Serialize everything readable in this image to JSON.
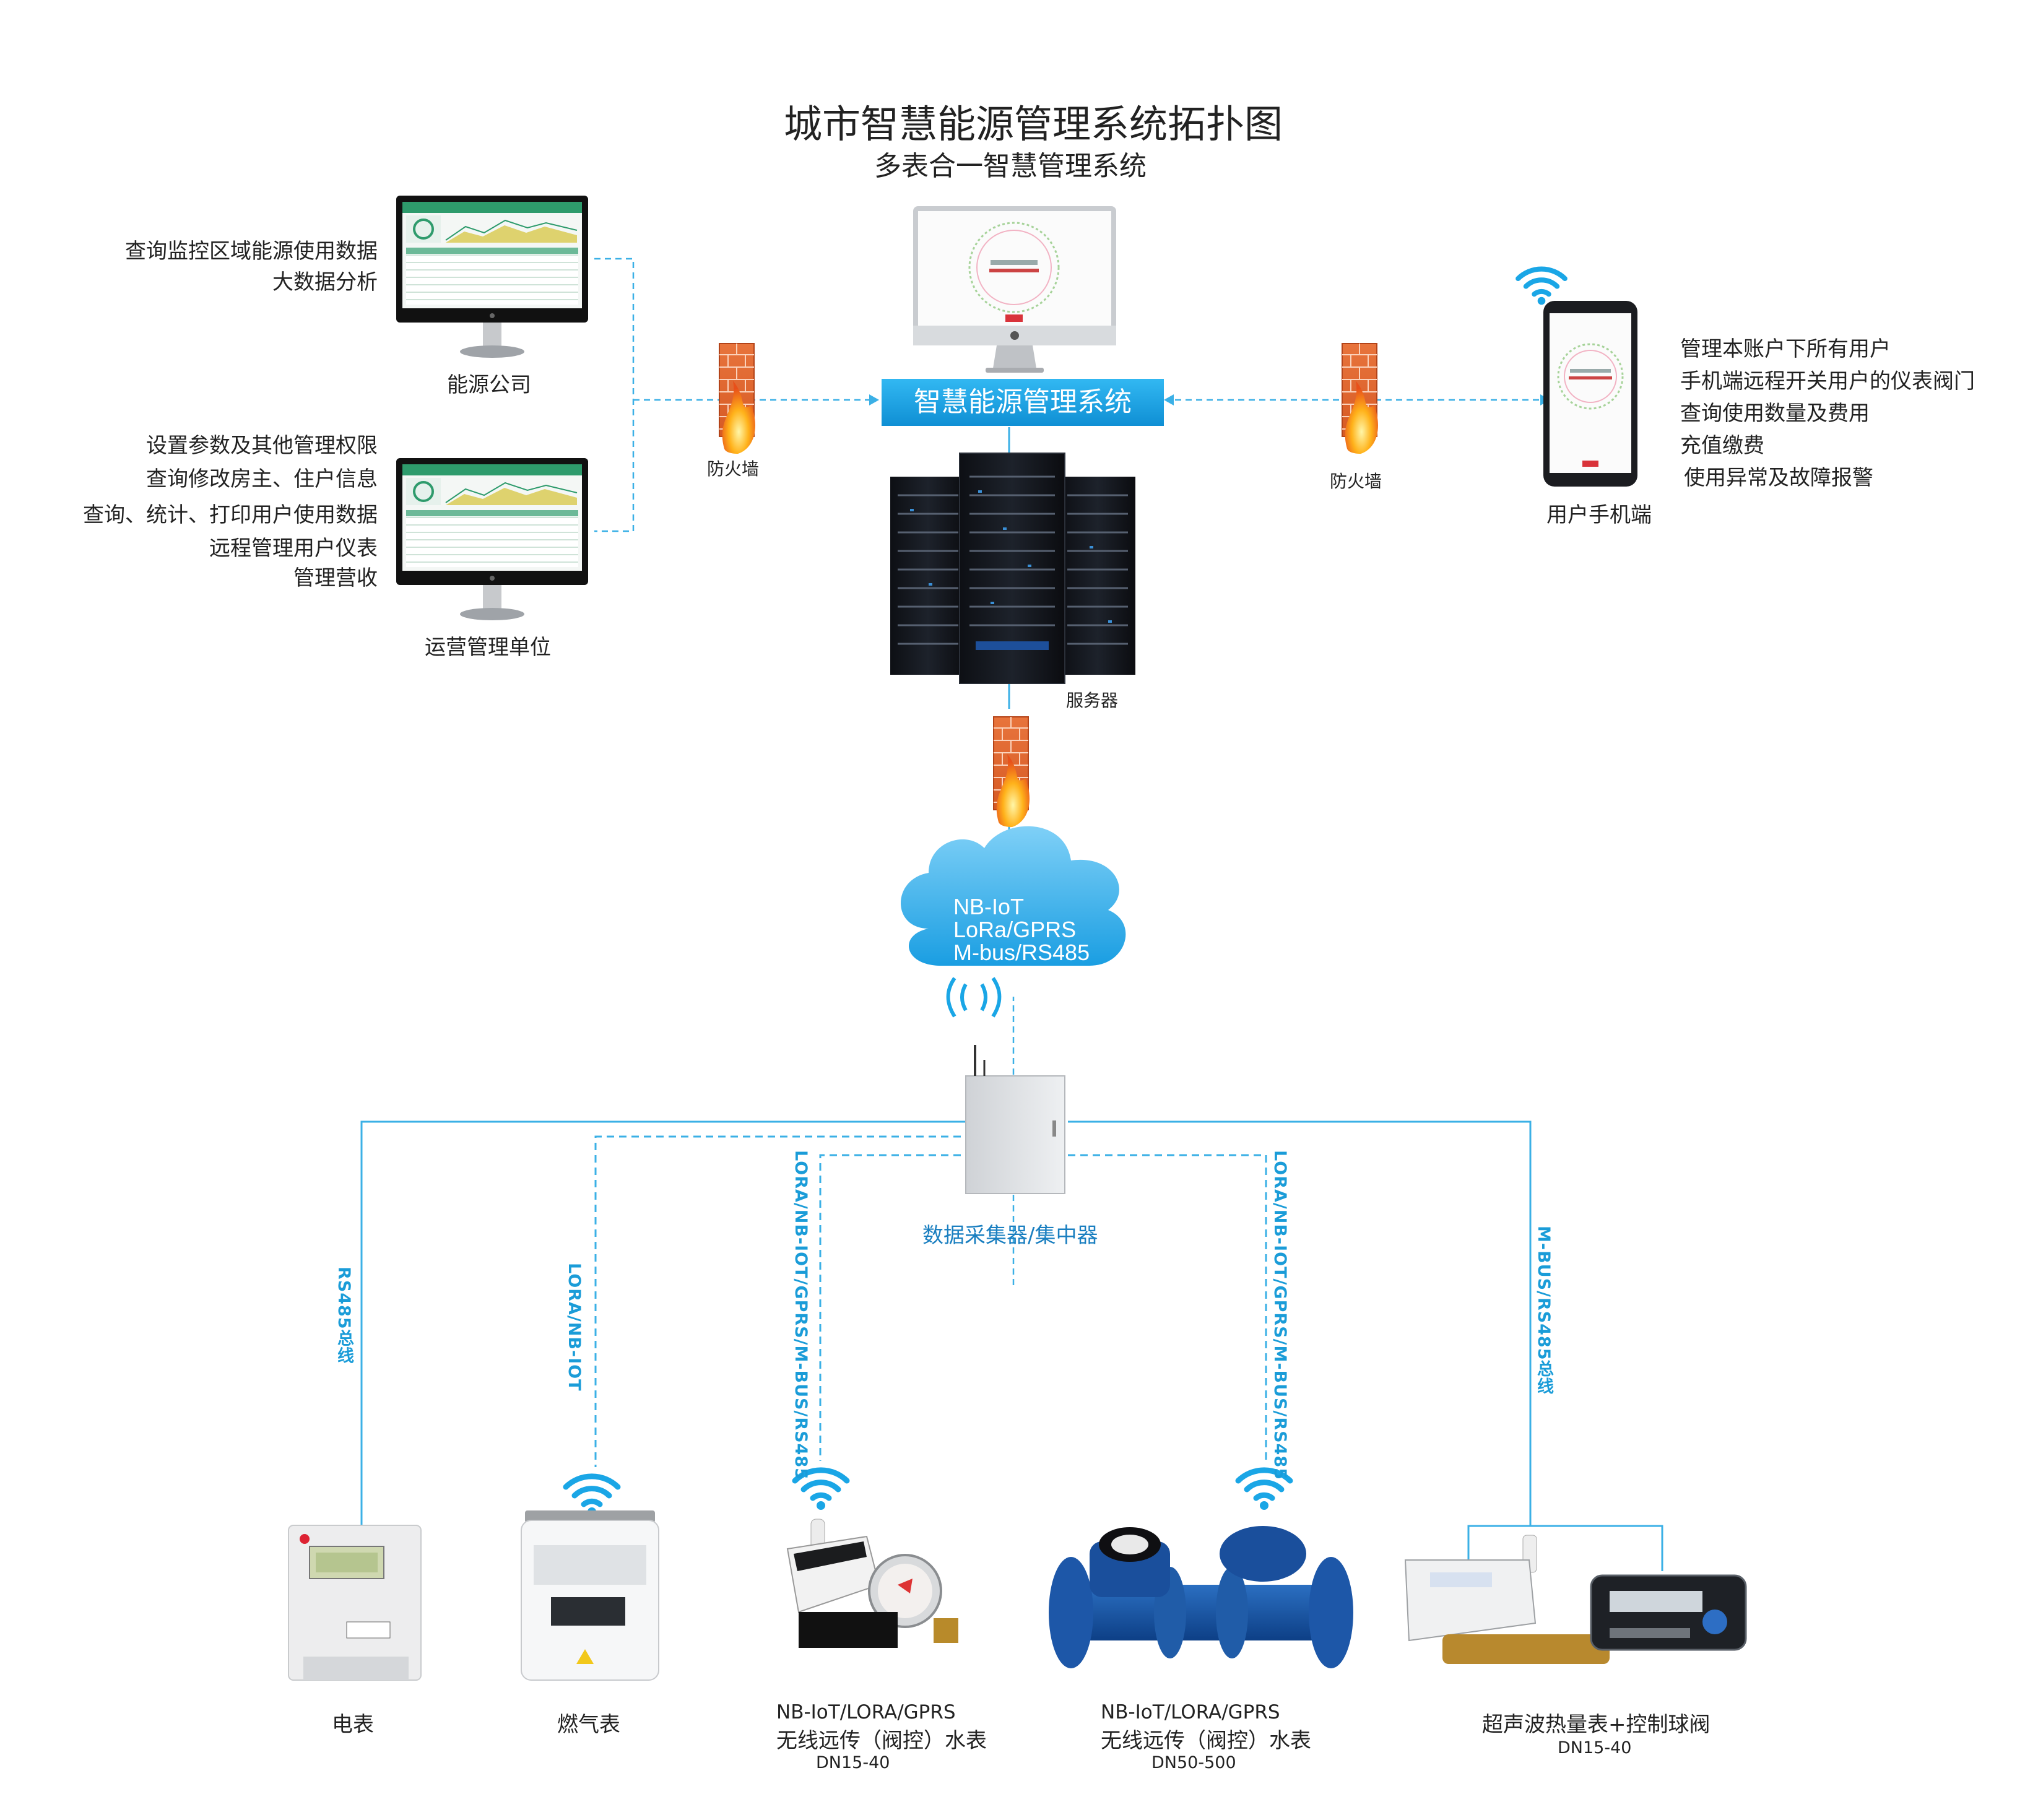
{
  "header": {
    "title": "城市智慧能源管理系统拓扑图",
    "subtitle": "多表合一智慧管理系统"
  },
  "energy_company": {
    "label": "能源公司",
    "functions": [
      "查询监控区域能源使用数据",
      "大数据分析"
    ]
  },
  "operator": {
    "label": "运营管理单位",
    "functions": [
      "设置参数及其他管理权限",
      "查询修改房主、住户信息",
      "查询、统计、打印用户使用数据",
      "远程管理用户仪表",
      "管理营收"
    ]
  },
  "system": {
    "name": "智慧能源管理系统"
  },
  "server": {
    "label": "服务器"
  },
  "firewall": {
    "label": "防火墙"
  },
  "mobile": {
    "label": "用户手机端",
    "functions": [
      "管理本账户下所有用户",
      "手机端远程开关用户的仪表阀门",
      "查询使用数量及费用",
      "充值缴费",
      "使用异常及故障报警"
    ]
  },
  "network": {
    "lines": [
      "NB-IoT",
      "LoRa/GPRS",
      "M-bus/RS485"
    ]
  },
  "concentrator": {
    "label": "数据采集器/集中器"
  },
  "links": {
    "electric": "RS485总线",
    "gas": "LORA/NB-IOT",
    "water_small": "LORA/NB-IOT/GPRS/M-BUS/RS485",
    "water_large": "LORA/NB-IOT/GPRS/M-BUS/RS485",
    "heat": "M-BUS/RS485总线"
  },
  "devices": {
    "electric_meter": {
      "label": "电表"
    },
    "gas_meter": {
      "label": "燃气表"
    },
    "water_meter_small": {
      "line1": "NB-IoT/LORA/GPRS",
      "line2": "无线远传（阀控）水表",
      "size": "DN15-40"
    },
    "water_meter_large": {
      "line1": "NB-IoT/LORA/GPRS",
      "line2": "无线远传（阀控）水表",
      "size": "DN50-500"
    },
    "heat_meter": {
      "label": "超声波热量表+控制球阀",
      "size": "DN15-40"
    }
  },
  "colors": {
    "accent": "#1a9cd8",
    "line": "#3bb0e6",
    "banner": "#1ea6e8",
    "dashboard_green": "#2e9b6c"
  }
}
